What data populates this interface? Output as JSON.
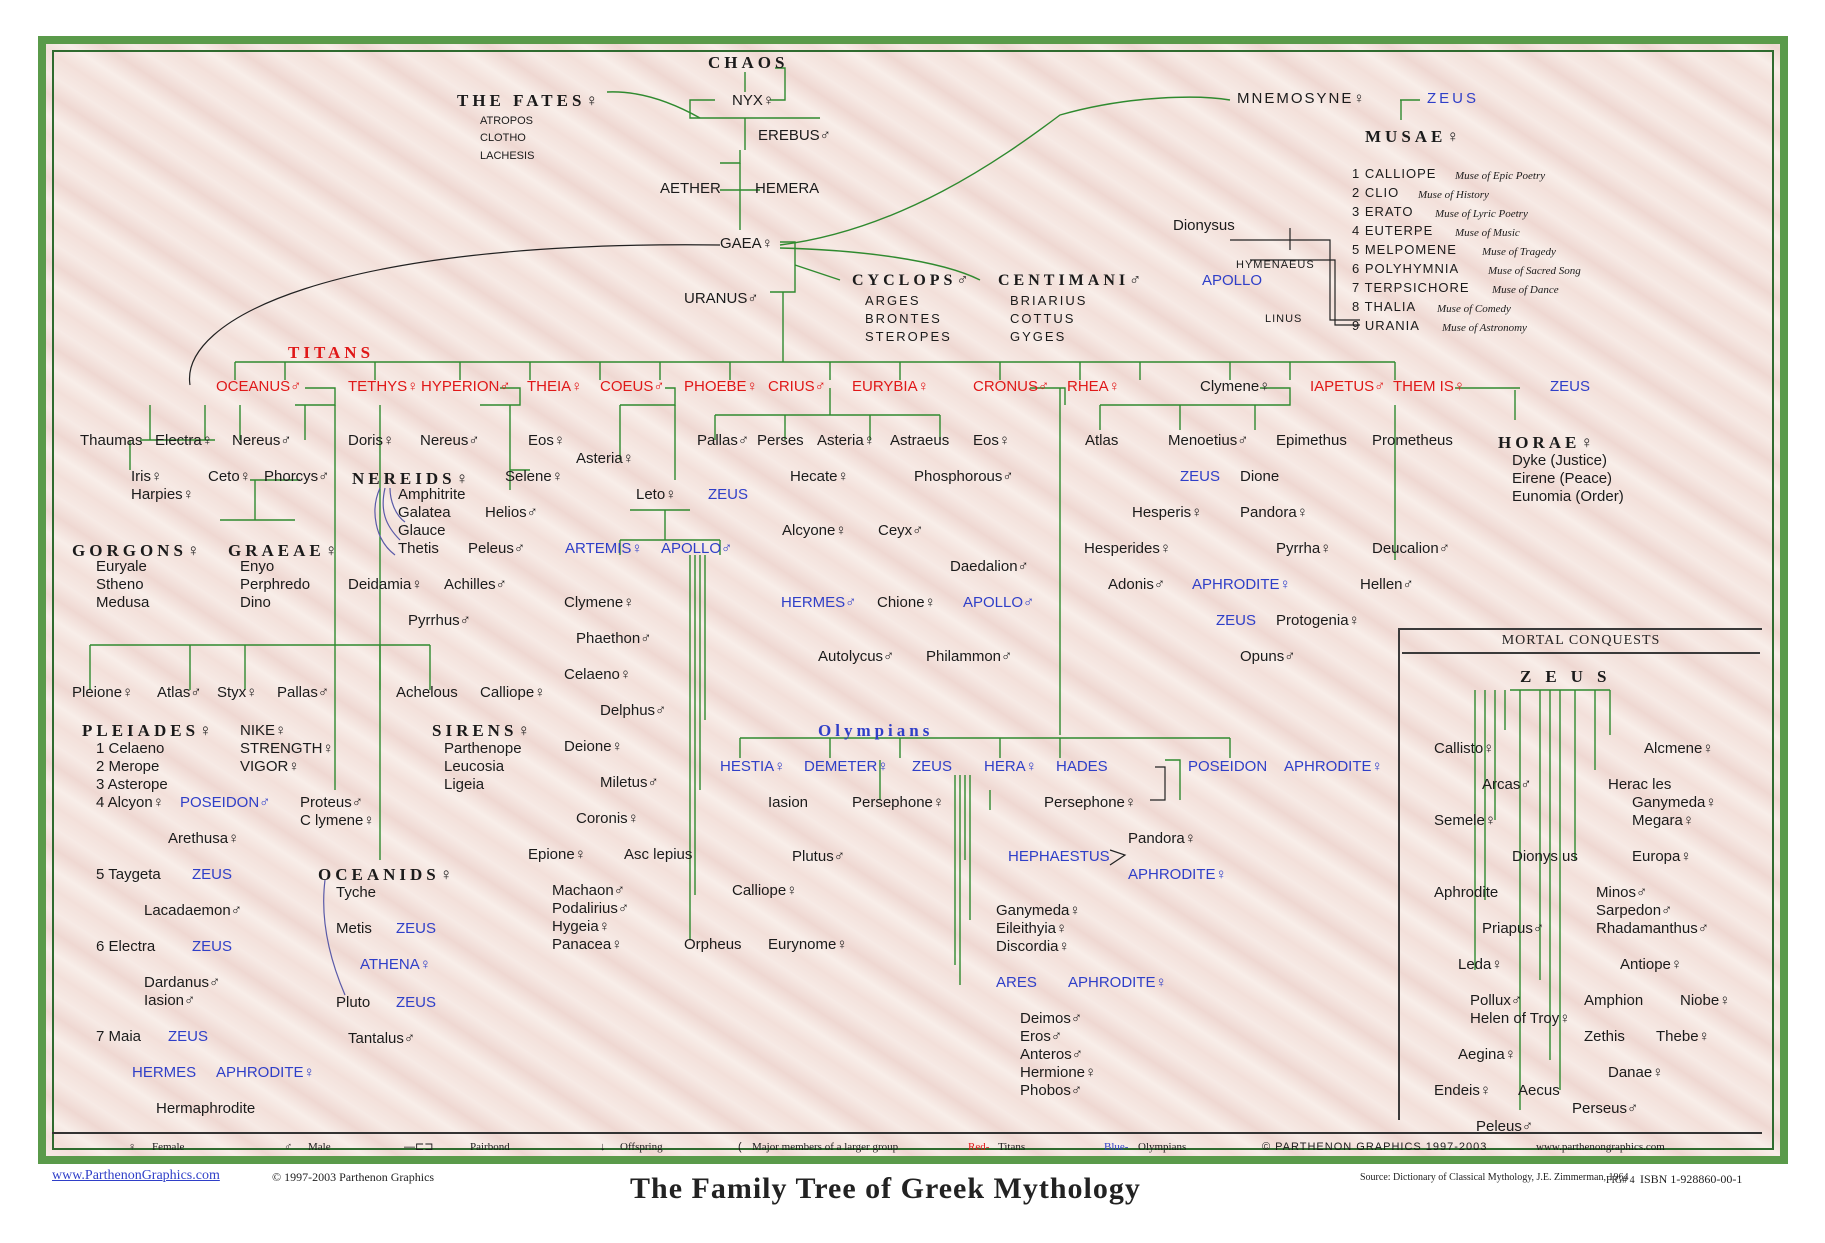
{
  "title": "The Family Tree of Greek Mythology",
  "footer": {
    "link": "www.ParthenonGraphics.com",
    "copyright": "© 1997-2003 Parthenon Graphics",
    "source": "Source: Dictionary of Classical Mythology, J.E. Zimmerman, 1964",
    "fig": "FIG# 4",
    "isbn": "ISBN 1-928860-00-1"
  },
  "legend": [
    {
      "symbol": "♀",
      "label": "Female"
    },
    {
      "symbol": "♂",
      "label": "Male"
    },
    {
      "symbol": "—⊏⊐",
      "label": "Pairbond"
    },
    {
      "symbol": "↓",
      "label": "Offspring"
    },
    {
      "symbol": "(",
      "label": "Major members of a larger group"
    },
    {
      "symbol": "Red-",
      "label": "Titans"
    },
    {
      "symbol": "Blue-",
      "label": "Olympians"
    }
  ],
  "brand": "© PARTHENON GRAPHICS 1997-2003",
  "brand_url": "www.parthenongraphics.com",
  "headings": {
    "chaos": "CHAOS",
    "fates": "THE FATES♀",
    "titans": "TITANS",
    "musae": "MUSAE♀",
    "cyclops": "CYCLOPS♂",
    "centimani": "CENTIMANI♂",
    "nereids": "NEREIDS♀",
    "gorgons": "GORGONS♀",
    "graeae": "GRAEAE♀",
    "pleiades": "PLEIADES♀",
    "sirens": "SIRENS♀",
    "oceanids": "OCEANIDS♀",
    "olympians": "Olympians",
    "horae": "HORAE♀",
    "mortal": "MORTAL CONQUESTS",
    "zeus_big": "ZEUS"
  },
  "fates": [
    "ATROPOS",
    "CLOTHO",
    "LACHESIS"
  ],
  "cyclops": [
    "ARGES",
    "BRONTES",
    "STEROPES"
  ],
  "centimani": [
    "BRIARIUS",
    "COTTUS",
    "GYGES"
  ],
  "muses": [
    {
      "n": "1 CALLIOPE",
      "d": "Muse of Epic Poetry"
    },
    {
      "n": "2 CLIO",
      "d": "Muse of History"
    },
    {
      "n": "3 ERATO",
      "d": "Muse of Lyric Poetry"
    },
    {
      "n": "4 EUTERPE",
      "d": "Muse of Music"
    },
    {
      "n": "5 MELPOMENE",
      "d": "Muse of Tragedy"
    },
    {
      "n": "6 POLYHYMNIA",
      "d": "Muse of Sacred Song"
    },
    {
      "n": "7 TERPSICHORE",
      "d": "Muse of Dance"
    },
    {
      "n": "8 THALIA",
      "d": "Muse of Comedy"
    },
    {
      "n": "9 URANIA",
      "d": "Muse of Astronomy"
    }
  ],
  "nodes": {
    "nyx": "NYX♀",
    "erebus": "EREBUS♂",
    "aether": "AETHER",
    "hemera": "HEMERA",
    "gaea": "GAEA♀",
    "uranus": "URANUS♂",
    "mnemosyne": "MNEMOSYNE♀",
    "zeus_mn": "ZEUS",
    "dionysus": "Dionysus",
    "hymenaeus": "HYMENAEUS",
    "apollo_m": "APOLLO",
    "linus": "LINUS",
    "oceanus": "OCEANUS♂",
    "tethys": "TETHYS♀",
    "hyperion": "HYPERION♂",
    "theia": "THEIA♀",
    "coeus": "COEUS♂",
    "phoebe": "PHOEBE♀",
    "crius": "CRIUS♂",
    "eurybia": "EURYBIA♀",
    "cronus": "CRONUS♂",
    "rhea": "RHEA♀",
    "clymene": "Clymene♀",
    "iapetus": "IAPETUS♂",
    "themis": "THEM IS♀",
    "zeus_th": "ZEUS",
    "thaumas": "Thaumas",
    "electra": "Electra♀",
    "nereus": "Nereus♂",
    "iris": "Iris♀",
    "harpies": "Harpies♀",
    "ceto": "Ceto♀",
    "phorcys": "Phorcys♂",
    "doris": "Doris♀",
    "nereus2": "Nereus♂",
    "eos": "Eos♀",
    "selene": "Selene♀",
    "helios": "Helios♂",
    "amphitrite": "Amphitrite",
    "galatea": "Galatea",
    "glauce": "Glauce",
    "thetis": "Thetis",
    "peleus": "Peleus♂",
    "deidamia": "Deidamia♀",
    "achilles": "Achilles♂",
    "pyrrhus": "Pyrrhus♂",
    "euryale": "Euryale",
    "stheno": "Stheno",
    "medusa": "Medusa",
    "enyo": "Enyo",
    "perphredo": "Perphredo",
    "dino": "Dino",
    "asteria": "Asteria♀",
    "leto": "Leto♀",
    "zeus_leto": "ZEUS",
    "artemis": "ARTEMIS♀",
    "apollo": "APOLLO♂",
    "pallas": "Pallas♂",
    "perses": "Perses",
    "asteria2": "Asteria♀",
    "astraeus": "Astraeus",
    "eos2": "Eos♀",
    "hecate": "Hecate♀",
    "phosphorous": "Phosphorous♂",
    "alcyone": "Alcyone♀",
    "ceyx": "Ceyx♂",
    "daedalion": "Daedalion♂",
    "hermes_c": "HERMES♂",
    "chione": "Chione♀",
    "apollo_c": "APOLLO♂",
    "autolycus": "Autolycus♂",
    "philammon": "Philammon♂",
    "atlas": "Atlas",
    "menoetius": "Menoetius♂",
    "epimethus": "Epimethus",
    "prometheus": "Prometheus",
    "zeus_di": "ZEUS",
    "dione": "Dione",
    "hesperis": "Hesperis♀",
    "pandora": "Pandora♀",
    "hesperides": "Hesperides♀",
    "pyrrha": "Pyrrha♀",
    "deucalion": "Deucalion♂",
    "hellen": "Hellen♂",
    "adonis": "Adonis♂",
    "aphrodite_a": "APHRODITE♀",
    "zeus_pr": "ZEUS",
    "protogenia": "Protogenia♀",
    "opuns": "Opuns♂",
    "dyke": "Dyke (Justice)",
    "eirene": "Eirene (Peace)",
    "eunomia": "Eunomia (Order)",
    "pleione": "Pleione♀",
    "atlas2": "Atlas♂",
    "styx": "Styx♀",
    "pallas2": "Pallas♂",
    "celaeno": "1 Celaeno",
    "merope": "2 Merope",
    "asterope": "3 Asterope",
    "alcyon": "4 Alcyon♀",
    "poseidon_p": "POSEIDON♂",
    "arethusa": "Arethusa♀",
    "taygeta": "5 Taygeta",
    "zeus_ta": "ZEUS",
    "lacadaemon": "Lacadaemon♂",
    "electra6": "6 Electra",
    "zeus_el": "ZEUS",
    "dardanus": "Dardanus♂",
    "iasion": "Iasion♂",
    "maia": "7 Maia",
    "zeus_ma": "ZEUS",
    "hermes": "HERMES",
    "aphrodite_h": "APHRODITE♀",
    "hermaphrodite": "Hermaphrodite",
    "nike": "NIKE♀",
    "strength": "STRENGTH♀",
    "vigor": "VIGOR♀",
    "achelous": "Achelous",
    "calliope_s": "Calliope♀",
    "parthenope": "Parthenope",
    "leucosia": "Leucosia",
    "ligeia": "Ligeia",
    "proteus": "Proteus♂",
    "clymene2": "C lymene♀",
    "tyche": "Tyche",
    "metis": "Metis",
    "zeus_me": "ZEUS",
    "athena": "ATHENA♀",
    "pluto": "Pluto",
    "zeus_pl": "ZEUS",
    "tantalus": "Tantalus♂",
    "clymene3": "Clymene♀",
    "phaethon": "Phaethon♂",
    "celaeno2": "Celaeno♀",
    "delphus": "Delphus♂",
    "deione": "Deione♀",
    "miletus": "Miletus♂",
    "coronis": "Coronis♀",
    "epione": "Epione♀",
    "asclepius": "Asc lepius",
    "machaon": "Machaon♂",
    "podalirius": "Podalirius♂",
    "hygeia": "Hygeia♀",
    "panacea": "Panacea♀",
    "calliope_o": "Calliope♀",
    "orpheus": "Orpheus",
    "eurynome": "Eurynome♀",
    "hestia": "HESTIA♀",
    "demeter": "DEMETER♀",
    "zeus_o": "ZEUS",
    "hera": "HERA♀",
    "hades": "HADES",
    "poseidon": "POSEIDON",
    "aphrodite_o": "APHRODITE♀",
    "iasion2": "Iasion",
    "persephone": "Persephone♀",
    "persephone2": "Persephone♀",
    "plutus": "Plutus♂",
    "hephaestus": "HEPHAESTUS",
    "pandora2": "Pandora♀",
    "aphrodite_he": "APHRODITE♀",
    "ganymeda": "Ganymeda♀",
    "eileithyia": "Eileithyia♀",
    "discordia": "Discordia♀",
    "ares": "ARES",
    "aphrodite_ar": "APHRODITE♀",
    "deimos": "Deimos♂",
    "eros": "Eros♂",
    "anteros": "Anteros♂",
    "hermione": "Hermione♀",
    "phobos": "Phobos♂",
    "callisto": "Callisto♀",
    "arcas": "Arcas♂",
    "semele": "Semele♀",
    "dionysus2": "Dionys us",
    "aphrodite_m": "Aphrodite",
    "priapus": "Priapus♂",
    "leda": "Leda♀",
    "pollux": "Pollux♂",
    "helen": "Helen of Troy♀",
    "aegina": "Aegina♀",
    "endeis": "Endeis♀",
    "aecus": "Aecus",
    "peleus2": "Peleus♂",
    "alcmene": "Alcmene♀",
    "heracles": "Herac les",
    "ganymeda2": "Ganymeda♀",
    "megara": "Megara♀",
    "europa": "Europa♀",
    "minos": "Minos♂",
    "sarpedon": "Sarpedon♂",
    "rhadamanthus": "Rhadamanthus♂",
    "antiope": "Antiope♀",
    "amphion": "Amphion",
    "niobe": "Niobe♀",
    "zethis": "Zethis",
    "thebe": "Thebe♀",
    "danae": "Danae♀",
    "perseus": "Perseus♂"
  }
}
